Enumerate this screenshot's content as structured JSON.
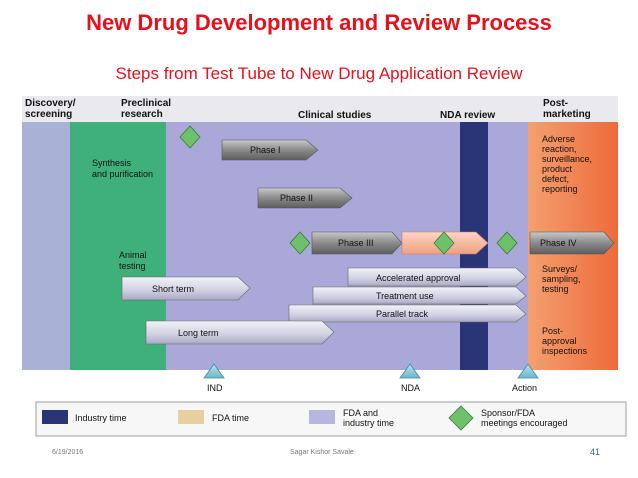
{
  "title": "New Drug Development and Review Process",
  "subtitle": "Steps from Test Tube to New Drug Application Review",
  "columns": {
    "discovery_line1": "Discovery/",
    "discovery_line2": "screening",
    "preclinical_line1": "Preclinical",
    "preclinical_line2": "research",
    "clinical": "Clinical studies",
    "nda_review": "NDA review",
    "post_line1": "Post-",
    "post_line2": "marketing"
  },
  "left_labels": {
    "synthesis_line1": "Synthesis",
    "synthesis_line2": "and purification",
    "animal_line1": "Animal",
    "animal_line2": "testing"
  },
  "arrows": {
    "phase1": "Phase I",
    "phase2": "Phase II",
    "phase3": "Phase III",
    "phase4": "Phase IV",
    "short_term": "Short term",
    "long_term": "Long term",
    "accelerated": "Accelerated approval",
    "treatment": "Treatment use",
    "parallel": "Parallel track"
  },
  "post_marketing": {
    "block1": [
      "Adverse",
      "reaction,",
      "surveillance,",
      "product",
      "defect,",
      "reporting"
    ],
    "block2": [
      "Surveys/",
      "sampling,",
      "testing"
    ],
    "block3": [
      "Post-",
      "approval",
      "inspections"
    ]
  },
  "markers": {
    "ind": "IND",
    "nda": "NDA",
    "action": "Action"
  },
  "legend": {
    "industry_time": "Industry time",
    "fda_time": "FDA time",
    "fda_industry_line1": "FDA and",
    "fda_industry_line2": "industry time",
    "sponsor_line1": "Sponsor/FDA",
    "sponsor_line2": "meetings encouraged"
  },
  "footer": {
    "date": "6/19/2016",
    "author": "Sagar Kishor Savale",
    "page": "41"
  },
  "colors": {
    "title_red": "#e8101a",
    "discovery": "#a9b2d6",
    "preclinical": "#3fb07a",
    "clinical": "#a9a8d8",
    "nda_dark": "#2a3578",
    "postmarketing": "#f07a48",
    "diamond": "#6fc06a",
    "arrow_gray": "#7e7e7e"
  }
}
